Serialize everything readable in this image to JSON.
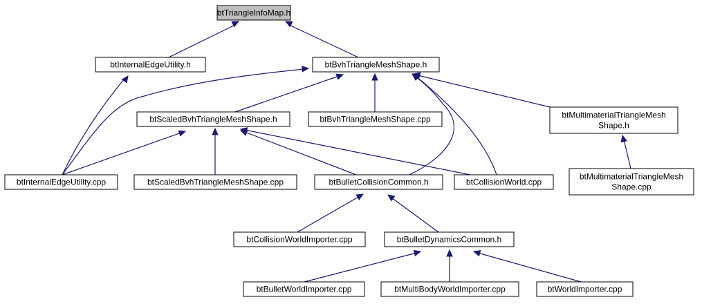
{
  "diagram": {
    "colors": {
      "edge": "#191970",
      "root_fill": "#bfbfbf",
      "node_fill": "#ffffff",
      "border": "#000000"
    },
    "nodes": [
      {
        "id": "n0",
        "lines": [
          "btTriangleInfoMap.h"
        ]
      },
      {
        "id": "n1",
        "lines": [
          "btInternalEdgeUtility.h"
        ]
      },
      {
        "id": "n2",
        "lines": [
          "btBvhTriangleMeshShape.h"
        ]
      },
      {
        "id": "n3",
        "lines": [
          "btScaledBvhTriangleMeshShape.h"
        ]
      },
      {
        "id": "n4",
        "lines": [
          "btBvhTriangleMeshShape.cpp"
        ]
      },
      {
        "id": "n5",
        "lines": [
          "btMultimaterialTriangleMesh",
          "Shape.h"
        ]
      },
      {
        "id": "n6",
        "lines": [
          "btInternalEdgeUtility.cpp"
        ]
      },
      {
        "id": "n7",
        "lines": [
          "btScaledBvhTriangleMeshShape.cpp"
        ]
      },
      {
        "id": "n8",
        "lines": [
          "btBulletCollisionCommon.h"
        ]
      },
      {
        "id": "n9",
        "lines": [
          "btCollisionWorld.cpp"
        ]
      },
      {
        "id": "n10",
        "lines": [
          "btMultimaterialTriangleMesh",
          "Shape.cpp"
        ]
      },
      {
        "id": "n11",
        "lines": [
          "btCollisionWorldImporter.cpp"
        ]
      },
      {
        "id": "n12",
        "lines": [
          "btBulletDynamicsCommon.h"
        ]
      },
      {
        "id": "n13",
        "lines": [
          "btBulletWorldImporter.cpp"
        ]
      },
      {
        "id": "n14",
        "lines": [
          "btMultiBodyWorldImporter.cpp"
        ]
      },
      {
        "id": "n15",
        "lines": [
          "btWorldImporter.cpp"
        ]
      }
    ],
    "edges": [
      {
        "from": "n1",
        "to": "n0"
      },
      {
        "from": "n2",
        "to": "n0"
      },
      {
        "from": "n6",
        "to": "n1"
      },
      {
        "from": "n6",
        "to": "n2"
      },
      {
        "from": "n3",
        "to": "n2"
      },
      {
        "from": "n4",
        "to": "n2"
      },
      {
        "from": "n5",
        "to": "n2"
      },
      {
        "from": "n8",
        "to": "n2"
      },
      {
        "from": "n9",
        "to": "n2"
      },
      {
        "from": "n6",
        "to": "n3"
      },
      {
        "from": "n7",
        "to": "n3"
      },
      {
        "from": "n8",
        "to": "n3"
      },
      {
        "from": "n9",
        "to": "n3"
      },
      {
        "from": "n10",
        "to": "n5"
      },
      {
        "from": "n11",
        "to": "n8"
      },
      {
        "from": "n12",
        "to": "n8"
      },
      {
        "from": "n13",
        "to": "n12"
      },
      {
        "from": "n14",
        "to": "n12"
      },
      {
        "from": "n15",
        "to": "n12"
      }
    ]
  }
}
